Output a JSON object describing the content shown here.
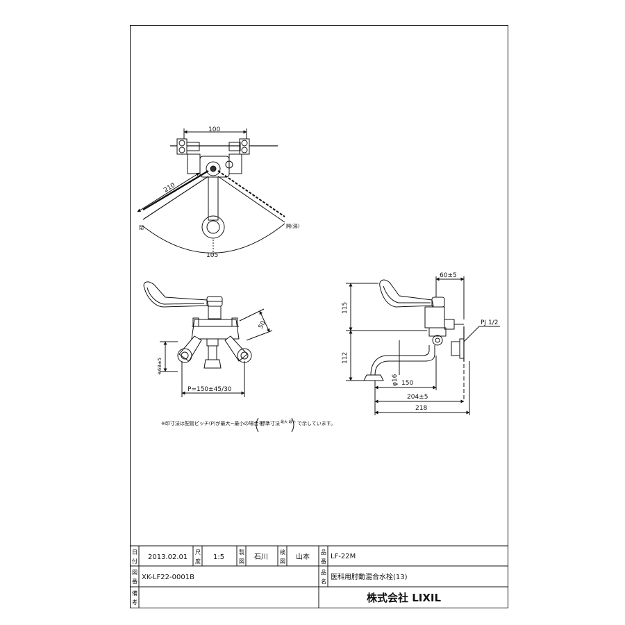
{
  "top_view": {
    "dim_width": "100",
    "dim_arm": "210",
    "dim_arc": "105",
    "label_closed": "閉",
    "label_open": "開(湯)"
  },
  "front_view": {
    "dim_angle": "50",
    "dim_height": "※68±5",
    "dim_pitch": "P=150±45/30"
  },
  "side_view": {
    "dim_offset": "60±5",
    "dim_upper": "115",
    "dim_lower": "112",
    "dim_pipe": "PJ 1/2",
    "dim_dia": "φ16",
    "dim_spout": "150",
    "dim_reach": "204±5",
    "dim_total": "218"
  },
  "note": {
    "prefix": "※印寸法は配管ピッチ(P)が最大~最小の場合を",
    "paren_label": "標準寸法",
    "paren_sub": "最大 最小",
    "suffix": "で示しています。"
  },
  "title_block": {
    "date_label_1": "日",
    "date_label_2": "付",
    "date": "2013.02.01",
    "scale_label_1": "尺",
    "scale_label_2": "度",
    "scale": "1:5",
    "drawn_label_1": "製",
    "drawn_label_2": "図",
    "drawn_by": "石川",
    "checked_label_1": "検",
    "checked_label_2": "図",
    "checked_by": "山本",
    "product_no_label_1": "品",
    "product_no_label_2": "番",
    "product_no": "LF-22M",
    "drawing_no_label_1": "図",
    "drawing_no_label_2": "番",
    "drawing_no": "XK-LF22-0001B",
    "product_name_label_1": "品",
    "product_name_label_2": "名",
    "product_name": "医科用肘動混合水栓(13)",
    "remarks_label_1": "備",
    "remarks_label_2": "考",
    "company": "株式会社 LIXIL"
  }
}
